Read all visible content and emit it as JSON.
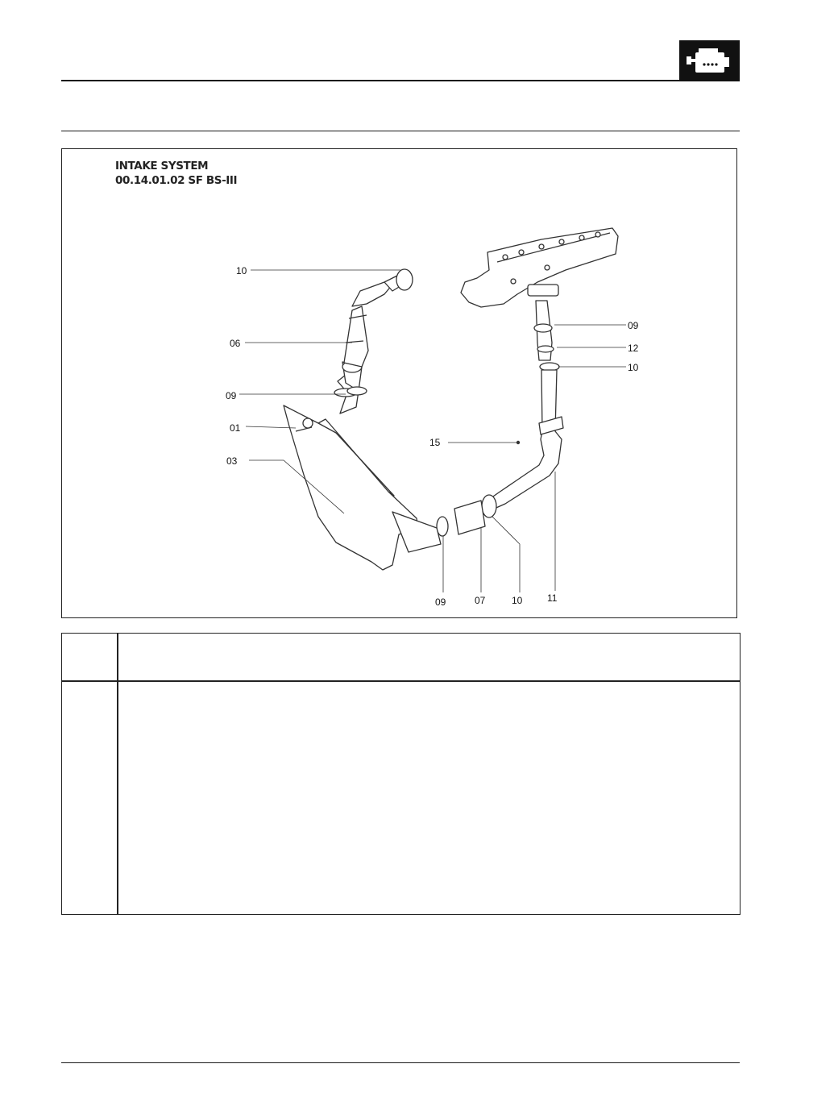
{
  "header": {
    "icon": "engine-icon"
  },
  "diagram": {
    "title_line1": "INTAKE SYSTEM",
    "title_line2": "00.14.01.02 SF BS-III",
    "callouts": {
      "c10_top": "10",
      "c06": "06",
      "c09_left": "09",
      "c01": "01",
      "c03": "03",
      "c15": "15",
      "c09_right": "09",
      "c12": "12",
      "c10_right": "10",
      "c09_bottom": "09",
      "c07": "07",
      "c10_bottom": "10",
      "c11": "11"
    }
  },
  "colors": {
    "ink": "#111111",
    "line": "#222222"
  }
}
